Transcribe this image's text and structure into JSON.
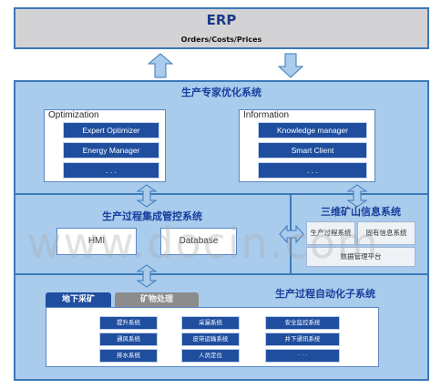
{
  "erp": {
    "title": "ERP",
    "subtitle": "Orders/Costs/Prices"
  },
  "expert": {
    "title": "生产专家优化系统",
    "optimization": {
      "title": "Optimization",
      "items": [
        "Expert Optimizer",
        "Energy Manager",
        ". . ."
      ]
    },
    "information": {
      "title": "Information",
      "items": [
        "Knowledge manager",
        "Smart Client",
        ". . ."
      ]
    }
  },
  "process_control": {
    "title": "生产过程集成管控系统",
    "hmi": "HMI",
    "database": "Database"
  },
  "mine3d": {
    "title": "三维矿山信息系统",
    "cell1": "生产过程系统",
    "cell2": "固有信息系统",
    "cell3": "数据管理平台"
  },
  "automation": {
    "title": "生产过程自动化子系统",
    "tabs": [
      "地下采矿",
      "矿物处理"
    ],
    "subsystems": [
      "提升系统",
      "采漏系统",
      "安全监控系统",
      "通风系统",
      "皮带运输系统",
      "井下通讯系统",
      "排水系统",
      "人员定位",
      "· · ·"
    ]
  },
  "watermark": "www.docin.com",
  "colors": {
    "frame": "#3c79b9",
    "dark_blue": "#1f4e9e",
    "light_blue": "#a9cbec",
    "erp_gray": "#d3d3d5"
  }
}
